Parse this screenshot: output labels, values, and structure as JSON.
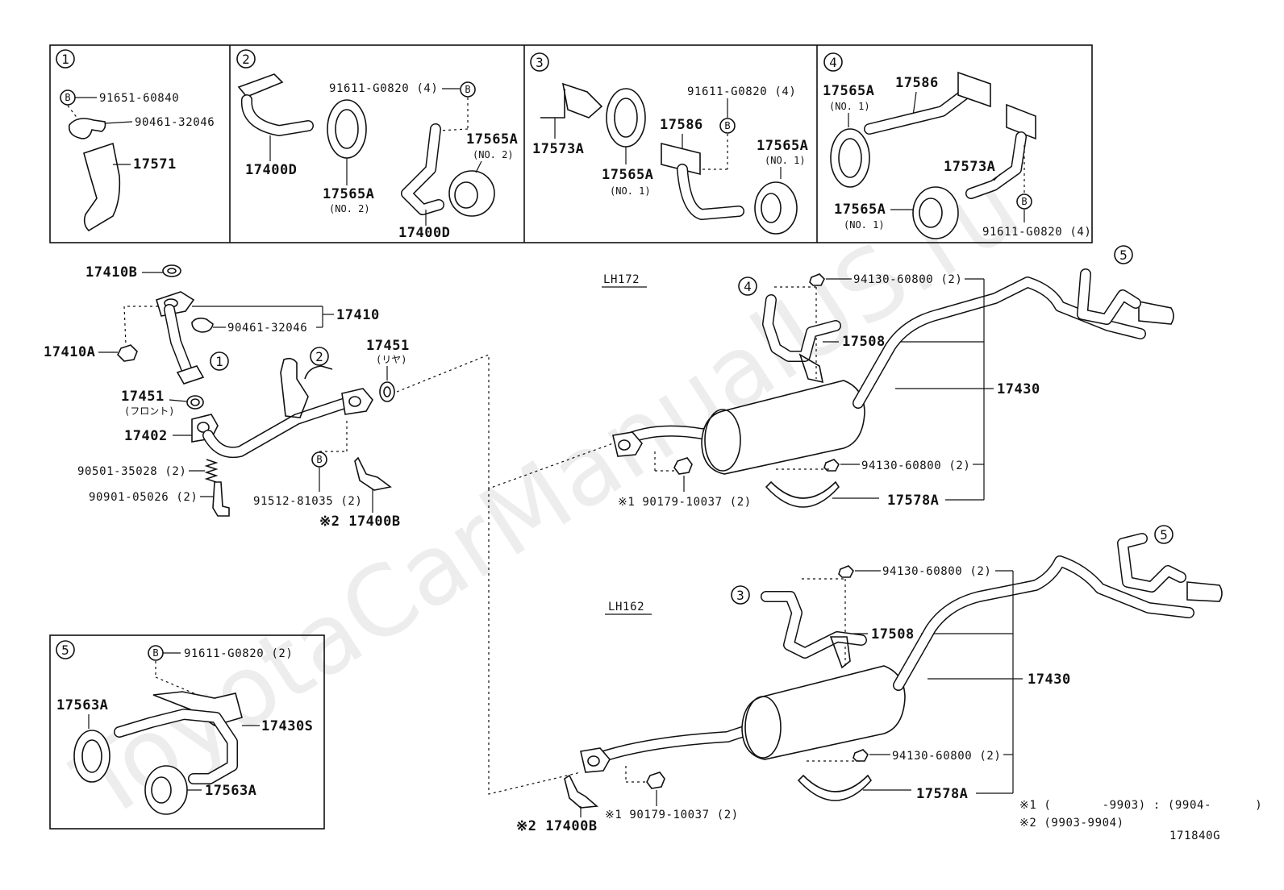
{
  "watermark": "ToyotaCarManualUS.ru",
  "drawing_number": "171840G",
  "notes": {
    "note1": "※1 (       -9903) : (9904-      )",
    "note2": "※2 (9903-9904)"
  },
  "models": {
    "lh172": "LH172",
    "lh162": "LH162"
  },
  "detail_boxes": {
    "d1": {
      "circle": "1",
      "bolt_b": "91651-60840",
      "clamp": "90461-32046",
      "bracket": "17571"
    },
    "d2": {
      "circle": "2",
      "hanger": "17400D",
      "bolt": "91611-G0820 (4)",
      "cushion_right": "17565A",
      "cushion_right_sub": "(NO. 2)",
      "cushion_left": "17565A",
      "cushion_left_sub": "(NO. 2)",
      "bracket": "17400D"
    },
    "d3": {
      "circle": "3",
      "bracket": "17573A",
      "bolt": "91611-G0820 (4)",
      "hanger": "17586",
      "cushion_left": "17565A",
      "cushion_left_sub": "(NO. 1)",
      "cushion_right": "17565A",
      "cushion_right_sub": "(NO. 1)"
    },
    "d4": {
      "circle": "4",
      "cushion_top": "17565A",
      "cushion_top_sub": "(NO. 1)",
      "hanger": "17586",
      "bracket": "17573A",
      "cushion_bottom": "17565A",
      "cushion_bottom_sub": "(NO. 1)",
      "bolt": "91611-G0820 (4)"
    },
    "d5": {
      "circle": "5",
      "bolt": "91611-G0820 (2)",
      "cushion_top": "17563A",
      "hanger": "17430S",
      "cushion_bottom": "17563A"
    }
  },
  "front_pipe": {
    "ring": "17410B",
    "pipe": "17410",
    "clamp": "90461-32046",
    "nut": "17410A",
    "circle1": "1",
    "circle2": "2",
    "gasket_front": "17451",
    "gasket_front_sub": "(フロント)",
    "gasket_rear": "17451",
    "gasket_rear_sub": "(リヤ)",
    "center_pipe": "17402",
    "spring": "90501-35028 (2)",
    "bolt": "90901-05026 (2)",
    "b_bolt": "91512-81035 (2)",
    "bracket": "※2 17400B"
  },
  "lh172_assembly": {
    "circle4": "4",
    "circle5": "5",
    "nut_top": "94130-60800 (2)",
    "hanger": "17508",
    "tail_pipe": "17430",
    "nut_mid": "94130-60800 (2)",
    "bolt": "※1 90179-10037 (2)",
    "protector": "17578A"
  },
  "lh162_assembly": {
    "circle3": "3",
    "circle5": "5",
    "nut_top": "94130-60800 (2)",
    "hanger": "17508",
    "tail_pipe": "17430",
    "nut_mid": "94130-60800 (2)",
    "protector": "17578A",
    "bolt": "※1 90179-10037 (2)",
    "bracket": "※2 17400B"
  },
  "b_marker": "B"
}
